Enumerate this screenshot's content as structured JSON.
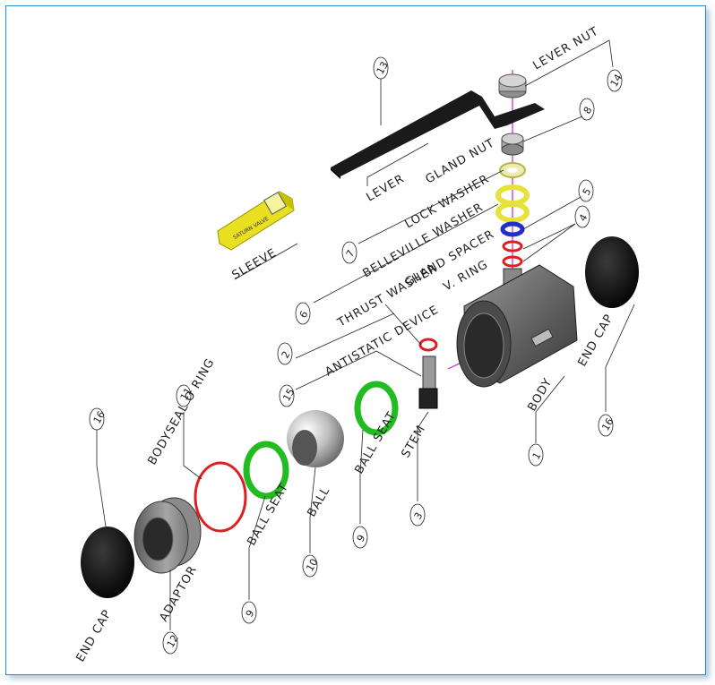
{
  "parts": [
    {
      "key": "lever_nut",
      "name": "LEVER NUT",
      "number": "14"
    },
    {
      "key": "lever",
      "name": "LEVER",
      "number": "13"
    },
    {
      "key": "gland_nut",
      "name": "GLAND NUT",
      "number": "8"
    },
    {
      "key": "lock_washer",
      "name": "LOCK WASHER",
      "number": "7"
    },
    {
      "key": "belleville_washer",
      "name": "BELLEVILLE WASHER",
      "number": "6"
    },
    {
      "key": "gland_spacer",
      "name": "GLAND SPACER",
      "number": "5"
    },
    {
      "key": "v_ring",
      "name": "V. RING",
      "number": "4"
    },
    {
      "key": "sleeve",
      "name": "SLEEVE",
      "number": ""
    },
    {
      "key": "thrust_washer",
      "name": "THRUST WASHER",
      "number": "2"
    },
    {
      "key": "antistatic_device",
      "name": "ANTISTATIC DEVICE",
      "number": "15"
    },
    {
      "key": "body",
      "name": "BODY",
      "number": "1"
    },
    {
      "key": "end_cap_right",
      "name": "END CAP",
      "number": "16"
    },
    {
      "key": "stem",
      "name": "STEM",
      "number": "3"
    },
    {
      "key": "ball_seat_right",
      "name": "BALL SEAT",
      "number": "9"
    },
    {
      "key": "ball",
      "name": "BALL",
      "number": "10"
    },
    {
      "key": "ball_seat_left",
      "name": "BALL SEAT",
      "number": "9"
    },
    {
      "key": "bodyseal_o_ring",
      "name": "BODYSEAL O RING",
      "number": "11"
    },
    {
      "key": "adaptor",
      "name": "ADAPTOR",
      "number": "12"
    },
    {
      "key": "end_cap_left",
      "name": "END CAP",
      "number": "16"
    }
  ],
  "sleeve_text": "SATURN VALVE",
  "colors": {
    "frame_border": "#2a8fd0",
    "lever": "#1a1a1a",
    "sleeve": "#e8e020",
    "seat_green": "#22bb22",
    "o_ring_red": "#dd1f1f",
    "washer_yellow": "#e6e23a",
    "belleville_blue": "#2030c8",
    "axis_magenta": "#cc22cc",
    "body_grey": "#666666"
  }
}
